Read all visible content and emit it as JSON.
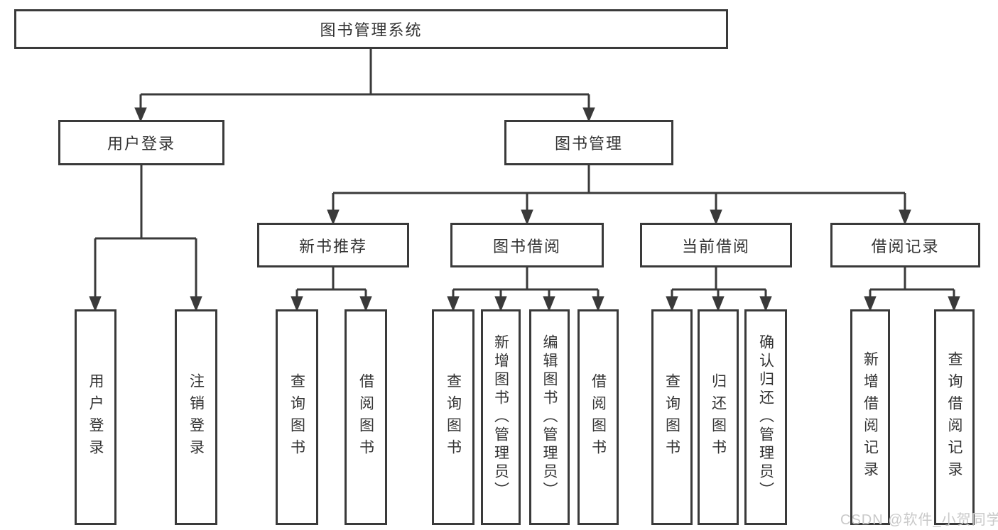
{
  "tree": {
    "root": "图书管理系统",
    "level2": [
      {
        "label": "用户登录",
        "children": [
          "用户登录",
          "注销登录"
        ]
      },
      {
        "label": "图书管理",
        "children": [
          {
            "label": "新书推荐",
            "children": [
              "查询图书",
              "借阅图书"
            ]
          },
          {
            "label": "图书借阅",
            "children": [
              "查询图书",
              "新增图书（管理员）",
              "编辑图书（管理员）",
              "借阅图书"
            ]
          },
          {
            "label": "当前借阅",
            "children": [
              "查询图书",
              "归还图书",
              "确认归还（管理员）"
            ]
          },
          {
            "label": "借阅记录",
            "children": [
              "新增借阅记录",
              "查询借阅记录"
            ]
          }
        ]
      }
    ]
  },
  "watermark": "CSDN @软件_小贺同学",
  "colors": {
    "line": "#3a3a3a",
    "text": "#333333",
    "watermark": "#c9c9c9",
    "background": "#ffffff"
  }
}
